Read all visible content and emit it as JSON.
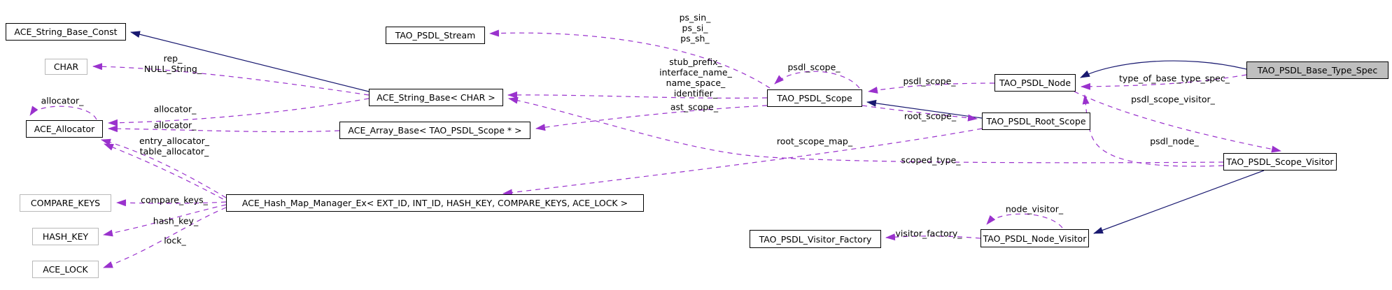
{
  "diagram": {
    "kind": "class-collaboration-graph",
    "highlighted_class": "TAO_PSDL_Base_Type_Spec",
    "colors": {
      "inheritance_edge": "#191970",
      "usage_edge": "#9a32cd",
      "current_class_fill": "#bfbfbf",
      "class_box_border": "#000000",
      "template_box_border": "#b9b9b9",
      "background": "#ffffff"
    },
    "nodes": {
      "ace_string_base_const": {
        "label": "ACE_String_Base_Const"
      },
      "char": {
        "label": "CHAR"
      },
      "ace_allocator": {
        "label": "ACE_Allocator"
      },
      "compare_keys": {
        "label": "COMPARE_KEYS"
      },
      "hash_key": {
        "label": "HASH_KEY"
      },
      "ace_lock": {
        "label": "ACE_LOCK"
      },
      "tao_psdl_stream": {
        "label": "TAO_PSDL_Stream"
      },
      "ace_string_base": {
        "label": "ACE_String_Base< CHAR >"
      },
      "ace_array_base": {
        "label": "ACE_Array_Base< TAO_PSDL_Scope * >"
      },
      "ace_hash_map": {
        "label": "ACE_Hash_Map_Manager_Ex< EXT_ID, INT_ID, HASH_KEY, COMPARE_KEYS, ACE_LOCK >"
      },
      "tao_psdl_scope": {
        "label": "TAO_PSDL_Scope"
      },
      "tao_psdl_node": {
        "label": "TAO_PSDL_Node"
      },
      "tao_psdl_root_scope": {
        "label": "TAO_PSDL_Root_Scope"
      },
      "tao_psdl_base_type_spec": {
        "label": "TAO_PSDL_Base_Type_Spec"
      },
      "tao_psdl_scope_visitor": {
        "label": "TAO_PSDL_Scope_Visitor"
      },
      "tao_psdl_visitor_factory": {
        "label": "TAO_PSDL_Visitor_Factory"
      },
      "tao_psdl_node_visitor": {
        "label": "TAO_PSDL_Node_Visitor"
      }
    },
    "edge_labels": {
      "rep_null": {
        "text": "rep_\nNULL_String_"
      },
      "allocator_self": {
        "text": "allocator_"
      },
      "allocator_string": {
        "text": "allocator_"
      },
      "allocator_array": {
        "text": "allocator_"
      },
      "entry_table": {
        "text": "entry_allocator_\ntable_allocator_"
      },
      "compare_keys": {
        "text": "compare_keys_"
      },
      "hash_key": {
        "text": "hash_key_"
      },
      "lock": {
        "text": "lock_"
      },
      "ps": {
        "text": "ps_sin_\nps_si_\nps_sh_"
      },
      "scope_strings": {
        "text": "stub_prefix_\ninterface_name_\nname_space_\nidentifier_"
      },
      "ast_scope": {
        "text": "ast_scope_"
      },
      "psdl_scope_self": {
        "text": "psdl_scope_"
      },
      "psdl_scope": {
        "text": "psdl_scope_"
      },
      "root_scope": {
        "text": "root_scope_"
      },
      "root_scope_map": {
        "text": "root_scope_map_"
      },
      "scoped_type": {
        "text": "scoped_type_"
      },
      "type_of_base_type_spec": {
        "text": "type_of_base_type_spec_"
      },
      "psdl_scope_visitor": {
        "text": "psdl_scope_visitor_"
      },
      "psdl_node": {
        "text": "psdl_node_"
      },
      "node_visitor": {
        "text": "node_visitor_"
      },
      "visitor_factory": {
        "text": "visitor_factory_"
      }
    },
    "edges": [
      {
        "from": "ACE_String_Base< CHAR >",
        "to": "ACE_String_Base_Const",
        "kind": "inheritance"
      },
      {
        "from": "TAO_PSDL_Root_Scope",
        "to": "TAO_PSDL_Scope",
        "kind": "inheritance"
      },
      {
        "from": "TAO_PSDL_Base_Type_Spec",
        "to": "TAO_PSDL_Node",
        "kind": "inheritance"
      },
      {
        "from": "TAO_PSDL_Scope_Visitor",
        "to": "TAO_PSDL_Node_Visitor",
        "kind": "inheritance"
      },
      {
        "from": "ACE_String_Base< CHAR >",
        "to": "CHAR",
        "kind": "usage",
        "members": [
          "rep_",
          "NULL_String_"
        ]
      },
      {
        "from": "ACE_Allocator",
        "to": "ACE_Allocator",
        "kind": "usage",
        "members": [
          "allocator_"
        ]
      },
      {
        "from": "ACE_String_Base< CHAR >",
        "to": "ACE_Allocator",
        "kind": "usage",
        "members": [
          "allocator_"
        ]
      },
      {
        "from": "ACE_Array_Base< TAO_PSDL_Scope * >",
        "to": "ACE_Allocator",
        "kind": "usage",
        "members": [
          "allocator_"
        ]
      },
      {
        "from": "ACE_Hash_Map_Manager_Ex< EXT_ID, INT_ID, HASH_KEY, COMPARE_KEYS, ACE_LOCK >",
        "to": "ACE_Allocator",
        "kind": "usage",
        "members": [
          "entry_allocator_",
          "table_allocator_"
        ]
      },
      {
        "from": "ACE_Hash_Map_Manager_Ex< EXT_ID, INT_ID, HASH_KEY, COMPARE_KEYS, ACE_LOCK >",
        "to": "COMPARE_KEYS",
        "kind": "usage",
        "members": [
          "compare_keys_"
        ]
      },
      {
        "from": "ACE_Hash_Map_Manager_Ex< EXT_ID, INT_ID, HASH_KEY, COMPARE_KEYS, ACE_LOCK >",
        "to": "HASH_KEY",
        "kind": "usage",
        "members": [
          "hash_key_"
        ]
      },
      {
        "from": "ACE_Hash_Map_Manager_Ex< EXT_ID, INT_ID, HASH_KEY, COMPARE_KEYS, ACE_LOCK >",
        "to": "ACE_LOCK",
        "kind": "usage",
        "members": [
          "lock_"
        ]
      },
      {
        "from": "TAO_PSDL_Scope",
        "to": "TAO_PSDL_Stream",
        "kind": "usage",
        "members": [
          "ps_sin_",
          "ps_si_",
          "ps_sh_"
        ]
      },
      {
        "from": "TAO_PSDL_Scope",
        "to": "ACE_String_Base< CHAR >",
        "kind": "usage",
        "members": [
          "stub_prefix_",
          "interface_name_",
          "name_space_",
          "identifier_"
        ]
      },
      {
        "from": "TAO_PSDL_Scope",
        "to": "TAO_PSDL_Scope",
        "kind": "usage",
        "members": [
          "psdl_scope_"
        ]
      },
      {
        "from": "TAO_PSDL_Node",
        "to": "TAO_PSDL_Scope",
        "kind": "usage",
        "members": [
          "psdl_scope_"
        ]
      },
      {
        "from": "TAO_PSDL_Scope",
        "to": "TAO_PSDL_Root_Scope",
        "kind": "usage",
        "members": [
          "root_scope_"
        ]
      },
      {
        "from": "TAO_PSDL_Root_Scope",
        "to": "ACE_Hash_Map_Manager_Ex< EXT_ID, INT_ID, HASH_KEY, COMPARE_KEYS, ACE_LOCK >",
        "kind": "usage",
        "members": [
          "root_scope_map_"
        ]
      },
      {
        "from": "TAO_PSDL_Scope",
        "to": "ACE_Array_Base< TAO_PSDL_Scope * >",
        "kind": "usage",
        "members": [
          "ast_scope_"
        ]
      },
      {
        "from": "TAO_PSDL_Scope_Visitor",
        "to": "ACE_String_Base< CHAR >",
        "kind": "usage",
        "members": [
          "scoped_type_"
        ]
      },
      {
        "from": "TAO_PSDL_Base_Type_Spec",
        "to": "TAO_PSDL_Node",
        "kind": "usage",
        "members": [
          "type_of_base_type_spec_"
        ]
      },
      {
        "from": "TAO_PSDL_Node",
        "to": "TAO_PSDL_Scope_Visitor",
        "kind": "usage",
        "members": [
          "psdl_scope_visitor_"
        ]
      },
      {
        "from": "TAO_PSDL_Scope_Visitor",
        "to": "TAO_PSDL_Node",
        "kind": "usage",
        "members": [
          "psdl_node_"
        ]
      },
      {
        "from": "TAO_PSDL_Node_Visitor",
        "to": "TAO_PSDL_Node_Visitor",
        "kind": "usage",
        "members": [
          "node_visitor_"
        ]
      },
      {
        "from": "TAO_PSDL_Node_Visitor",
        "to": "TAO_PSDL_Visitor_Factory",
        "kind": "usage",
        "members": [
          "visitor_factory_"
        ]
      }
    ]
  }
}
